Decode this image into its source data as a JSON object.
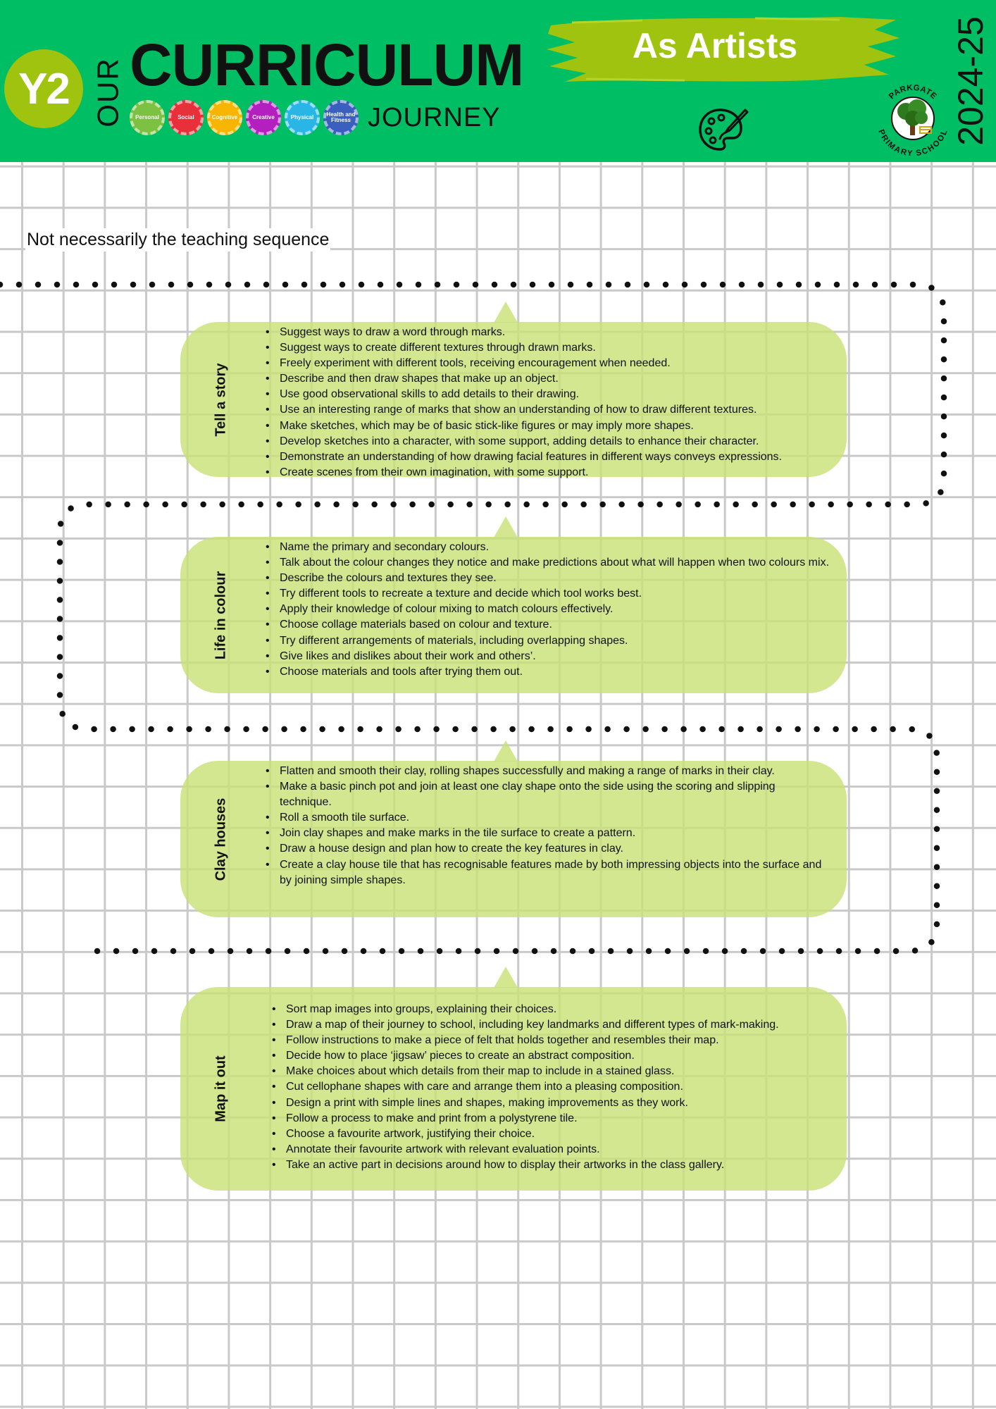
{
  "header": {
    "year_badge": "Y2",
    "our_label": "OUR",
    "title": "CURRICULUM",
    "journey_label": "JOURNEY",
    "subject": "As Artists",
    "year_range": "2024-25",
    "gears": [
      {
        "label": "Personal",
        "color": "#7dc142"
      },
      {
        "label": "Social",
        "color": "#e8303a"
      },
      {
        "label": "Cognitive",
        "color": "#f7b500"
      },
      {
        "label": "Creative",
        "color": "#b41fbf"
      },
      {
        "label": "Physical",
        "color": "#29b6e6"
      },
      {
        "label": "Health and Fitness",
        "color": "#3a5fbf"
      }
    ],
    "icons": [
      "palette-brush-icon",
      "school-logo"
    ],
    "school_logo": {
      "top_text": "PARKGATE",
      "bottom_text": "PRIMARY SCHOOL"
    }
  },
  "colors": {
    "header_green": "#00be63",
    "brush_green": "#9fc30e",
    "card_green": "#c9e078",
    "grid_grey": "#c9c9c9"
  },
  "note": "Not necessarily the teaching sequence",
  "sections": [
    {
      "label": "Tell a story",
      "items": [
        "Suggest ways to draw a word through marks.",
        "Suggest ways to create different textures through drawn marks.",
        "Freely experiment with different tools, receiving encouragement when needed.",
        "Describe and then draw shapes that make up an object.",
        "Use good observational skills to add details to their drawing.",
        "Use an interesting range of marks that show an understanding of how to draw different textures.",
        "Make sketches, which may be of basic stick-like figures or may imply more shapes.",
        "Develop sketches into a character, with some support, adding details to enhance their character.",
        "Demonstrate an understanding of how drawing facial features in different ways conveys expressions.",
        "Create scenes from their own imagination, with some support."
      ]
    },
    {
      "label": "Life in colour",
      "items": [
        "Name the primary and secondary colours.",
        "Talk about the colour changes they notice and make predictions about what will happen when two colours mix.",
        "Describe the colours and textures they see.",
        "Try different tools to recreate a texture and decide which tool works best.",
        "Apply their knowledge of colour mixing to match colours effectively.",
        "Choose collage materials based on colour and texture.",
        "Try different arrangements of materials, including overlapping shapes.",
        "Give likes and dislikes about their work and others’.",
        "Choose materials and tools after trying them out."
      ]
    },
    {
      "label": "Clay houses",
      "items": [
        "Flatten and smooth their clay, rolling shapes successfully and making a range of marks in their clay.",
        "Make a basic pinch pot and join at least one clay shape onto the side using the scoring and slipping technique.",
        "Roll a smooth tile surface.",
        "Join clay shapes and make marks in the tile surface to create a pattern.",
        "Draw a house design and plan how to create the key features in clay.",
        "Create a clay house tile that has recognisable features made by both impressing objects into the surface and by joining simple shapes."
      ]
    },
    {
      "label": "Map it out",
      "items": [
        "Sort map images into groups, explaining their choices.",
        "Draw a map of their journey to school, including key landmarks and different types of mark-making.",
        "Follow instructions to make a piece of felt that holds together and resembles their map.",
        "Decide how to place ‘jigsaw’ pieces to create an abstract composition.",
        "Make choices about which details from their map to include in a stained glass.",
        "Cut cellophane shapes with care and arrange them into a pleasing composition.",
        "Design a print with simple lines and shapes, making improvements as they work.",
        "Follow a process to make and print from a polystyrene tile.",
        "Choose a favourite artwork, justifying their choice.",
        "Annotate their favourite artwork with relevant evaluation points.",
        "Take an active part in decisions around how to display their artworks in the class gallery."
      ]
    }
  ]
}
